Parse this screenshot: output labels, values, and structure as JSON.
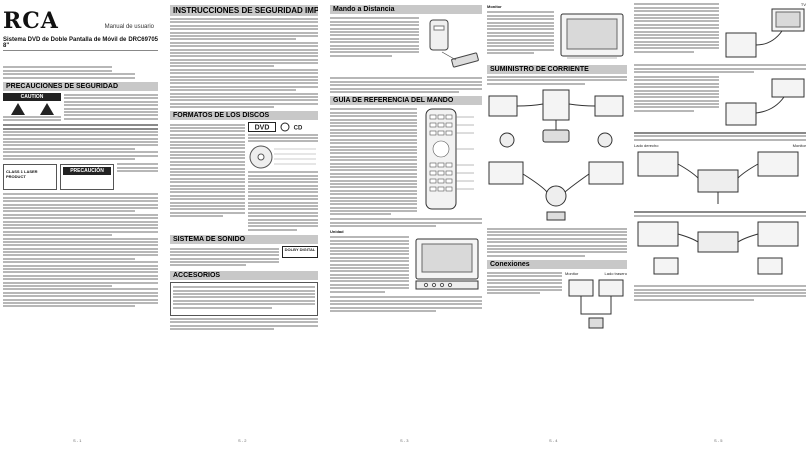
{
  "column1": {
    "brand": "RCA",
    "manual_label": "Manual de usuario",
    "product": "Sistema DVD de Doble Pantalla de Móvil de 8\"",
    "model": "DRC69705",
    "caution_heading": "PRECAUCIONES DE SEGURIDAD",
    "caution_badge": "CAUTION",
    "precaucion_label": "PRECAUCIÓN",
    "laser_label": "CLASS 1 LASER PRODUCT",
    "page_number": "S - 1"
  },
  "column2": {
    "heading_safety": "INSTRUCCIONES DE SEGURIDAD IMPORTANTES",
    "heading_formats": "FORMATOS DE LOS DISCOS",
    "heading_sound": "SISTEMA DE SONIDO",
    "heading_accessories": "ACCESORIOS",
    "dolby_label": "DOLBY DIGITAL",
    "page_number": "S - 2"
  },
  "column3": {
    "heading_remote": "Mando a Distancia",
    "heading_guide": "GUÍA DE REFERENCIA DEL MANDO",
    "heading_unit": "Unidad",
    "page_number": "S - 3"
  },
  "column4": {
    "heading_monitor": "Monitor",
    "heading_power": "SUMINISTRO DE CORRIENTE",
    "heading_connections": "Conexiones",
    "label_monitor": "Monitor",
    "label_rear": "Lado trasero",
    "page_number": "S - 4"
  },
  "column5": {
    "label_tv": "TV",
    "label_monitor": "Monitor",
    "label_rear": "Lado derecho",
    "page_number": "S - 5"
  },
  "icons": [
    "warning-triangle-icon",
    "lightning-icon",
    "dvd-logo-icon",
    "dolby-logo-icon"
  ],
  "colors": {
    "bar": "#c8c8c8",
    "text": "#222222"
  }
}
